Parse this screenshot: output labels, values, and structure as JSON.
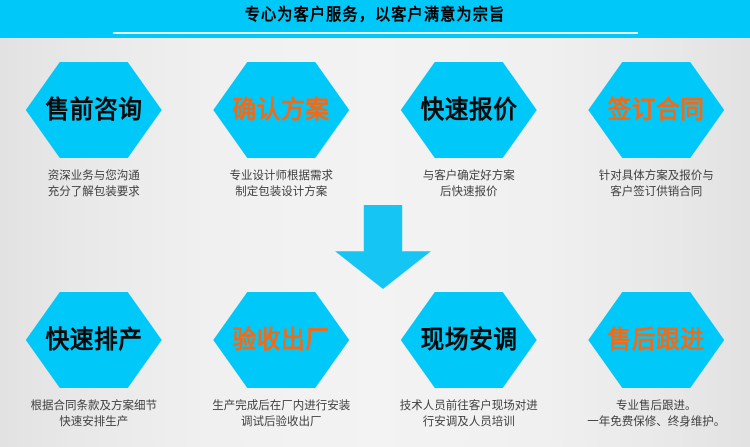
{
  "banner": {
    "title": "专心为客户服务，以客户满意为宗旨",
    "background_color": "#00c8f8",
    "text_color": "#000000",
    "rule_color": "#e8fbff"
  },
  "colors": {
    "hex_fill": "#00c8f8",
    "label_dark": "#0a0a0a",
    "label_accent": "#f36a16",
    "caption": "#3f3f3f",
    "arrow": "#15c6f5",
    "page_background": "#f0f0f0"
  },
  "arrow": {
    "name": "down-arrow",
    "direction": "down"
  },
  "steps_top": [
    {
      "label": "售前咨询",
      "label_style": "dark",
      "caption": "资深业务与您沟通\n充分了解包装要求"
    },
    {
      "label": "确认方案",
      "label_style": "accent",
      "caption": "专业设计师根据需求\n制定包装设计方案"
    },
    {
      "label": "快速报价",
      "label_style": "dark",
      "caption": "与客户确定好方案\n后快速报价"
    },
    {
      "label": "签订合同",
      "label_style": "accent",
      "caption": "针对具体方案及报价与\n客户签订供销合同"
    }
  ],
  "steps_bottom": [
    {
      "label": "快速排产",
      "label_style": "dark",
      "caption": "根据合同条款及方案细节\n快速安排生产"
    },
    {
      "label": "验收出厂",
      "label_style": "accent",
      "caption": "生产完成后在厂内进行安装\n调试后验收出厂"
    },
    {
      "label": "现场安调",
      "label_style": "dark",
      "caption": "技术人员前往客户现场对进\n行安调及人员培训"
    },
    {
      "label": "售后跟进",
      "label_style": "accent",
      "caption": "专业售后跟进。\n一年免费保修、终身维护。"
    }
  ]
}
